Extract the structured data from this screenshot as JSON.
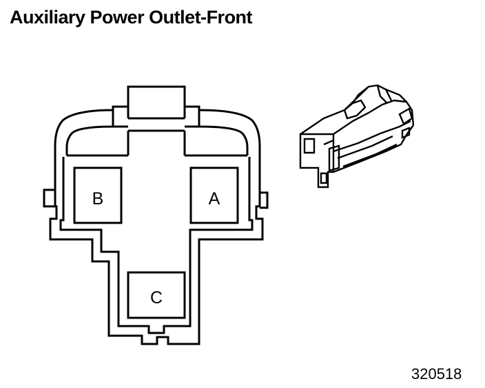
{
  "title": "Auxiliary Power Outlet-Front",
  "figure_id": "320518",
  "cavities": [
    {
      "id": "B",
      "label": "B"
    },
    {
      "id": "A",
      "label": "A"
    },
    {
      "id": "C",
      "label": "C"
    }
  ],
  "colors": {
    "line": "#000000",
    "background": "#ffffff"
  }
}
